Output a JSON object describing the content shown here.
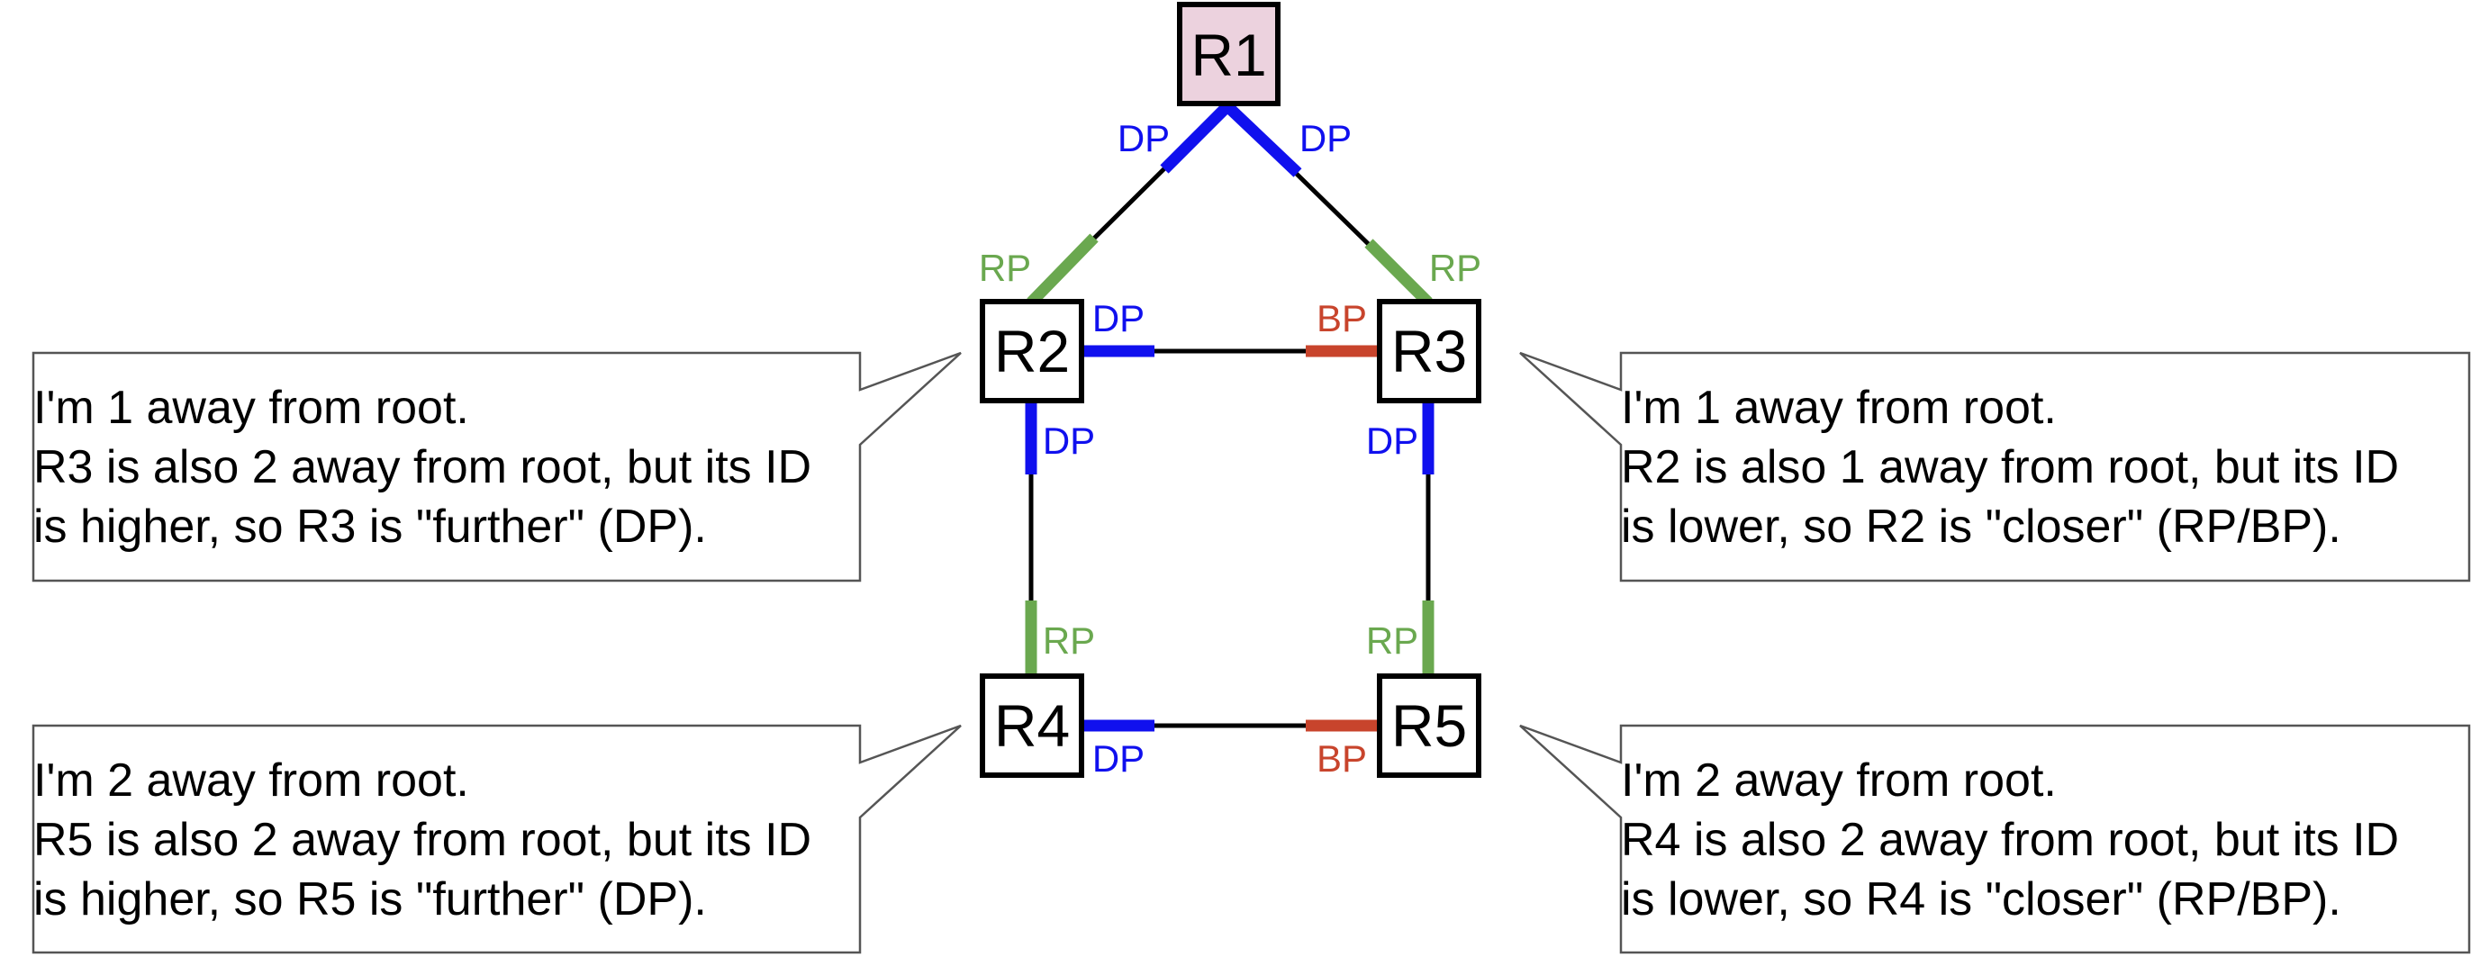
{
  "colors": {
    "dp": "#1010ee",
    "rp": "#6aa84f",
    "bp": "#c8442c",
    "root_fill": "#ecd2de",
    "node_fill": "#ffffff",
    "line": "#000000",
    "callout_border": "#555555"
  },
  "nodes": {
    "r1": {
      "label": "R1",
      "root": true
    },
    "r2": {
      "label": "R2"
    },
    "r3": {
      "label": "R3"
    },
    "r4": {
      "label": "R4"
    },
    "r5": {
      "label": "R5"
    }
  },
  "ports": {
    "r1_left": "DP",
    "r1_right": "DP",
    "r2_top": "RP",
    "r3_top": "RP",
    "r2_right": "DP",
    "r3_left": "BP",
    "r2_bottom": "DP",
    "r3_bottom": "DP",
    "r4_top": "RP",
    "r5_top": "RP",
    "r4_right": "DP",
    "r5_left": "BP"
  },
  "callouts": {
    "r2": {
      "lines": [
        "I'm 1 away from root.",
        "R3 is also 2 away from root, but its ID",
        "is higher, so R3 is \"further\" (DP)."
      ]
    },
    "r3": {
      "lines": [
        "I'm 1 away from root.",
        "R2 is also 1 away from root, but its ID",
        "is lower, so R2 is \"closer\" (RP/BP)."
      ]
    },
    "r4": {
      "lines": [
        "I'm 2 away from root.",
        "R5 is also 2 away from root, but its ID",
        "is higher, so R5 is \"further\" (DP)."
      ]
    },
    "r5": {
      "lines": [
        "I'm 2 away from root.",
        "R4 is also 2 away from root, but its ID",
        "is lower, so R4 is \"closer\" (RP/BP)."
      ]
    }
  }
}
